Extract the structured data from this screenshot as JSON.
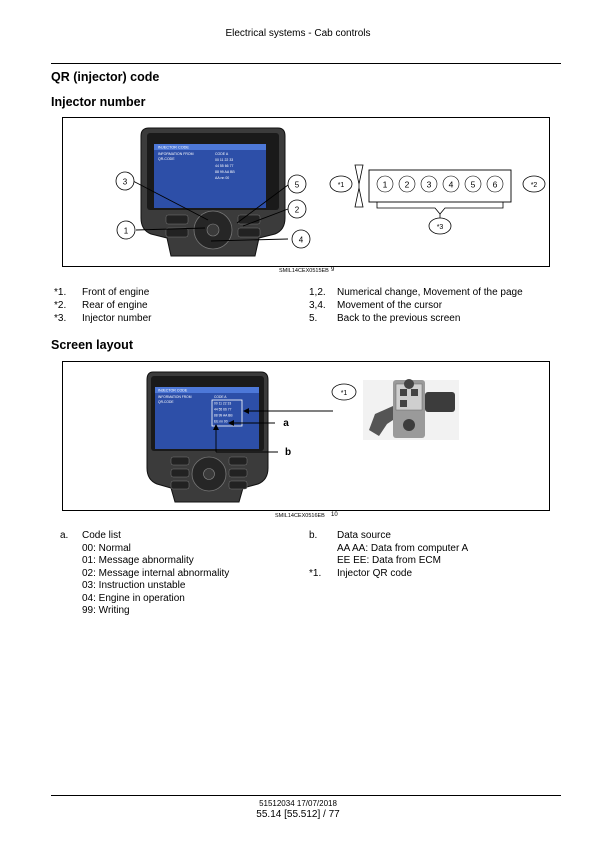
{
  "header": {
    "title": "Electrical systems - Cab controls"
  },
  "section_title": "QR (injector) code",
  "subsection1": "Injector number",
  "figure1": {
    "screen": {
      "title": "INJECTOR CODE",
      "row_label_1": "INFORMATION FROM",
      "row_label_2": "QR-CODE",
      "col": "CODE A",
      "lines": [
        "00 11 22 33",
        "44 55 66 77",
        "88 99 AA BB",
        "AA nn 00"
      ]
    },
    "callouts": [
      "3",
      "5",
      "2",
      "1",
      "4"
    ],
    "qr_callouts": [
      "*1",
      "*2",
      "*3"
    ],
    "qr_digits": [
      "1",
      "2",
      "3",
      "4",
      "5",
      "6"
    ],
    "caption": "SMIL14CEX0515EB",
    "number": "9"
  },
  "legend1": {
    "left": [
      {
        "key": "*1.",
        "value": "Front of engine"
      },
      {
        "key": "*2.",
        "value": "Rear of engine"
      },
      {
        "key": "*3.",
        "value": "Injector number"
      }
    ],
    "right": [
      {
        "key": "1,2.",
        "value": "Numerical change, Movement of the page"
      },
      {
        "key": "3,4.",
        "value": "Movement of the cursor"
      },
      {
        "key": "5.",
        "value": "Back to the previous screen"
      }
    ]
  },
  "subsection2": "Screen layout",
  "figure2": {
    "screen": {
      "title": "INJECTOR CODE",
      "row_label_1": "INFORMATION FROM",
      "row_label_2": "QR-CODE",
      "col": "CODE A",
      "lines": [
        "00 11 22 33",
        "44 55 66 77",
        "88 99 AA BB",
        "EE nn 00"
      ]
    },
    "callouts": [
      "a",
      "b",
      "*1"
    ],
    "caption": "SMIL14CEX0516EB",
    "number": "10"
  },
  "legend2": {
    "a_key": "a.",
    "a_title": "Code list",
    "a_items": [
      "00: Normal",
      "01: Message abnormality",
      "02: Message internal abnormality",
      "03: Instruction unstable",
      "04: Engine in operation",
      "99: Writing"
    ],
    "b_key": "b.",
    "b_title": "Data source",
    "b_items": [
      "AA AA: Data from computer A",
      "EE EE: Data from ECM"
    ],
    "s_key": "*1.",
    "s_value": "Injector QR code"
  },
  "footer": {
    "doc": "51512034 17/07/2018",
    "page": "55.14 [55.512] / 77"
  }
}
